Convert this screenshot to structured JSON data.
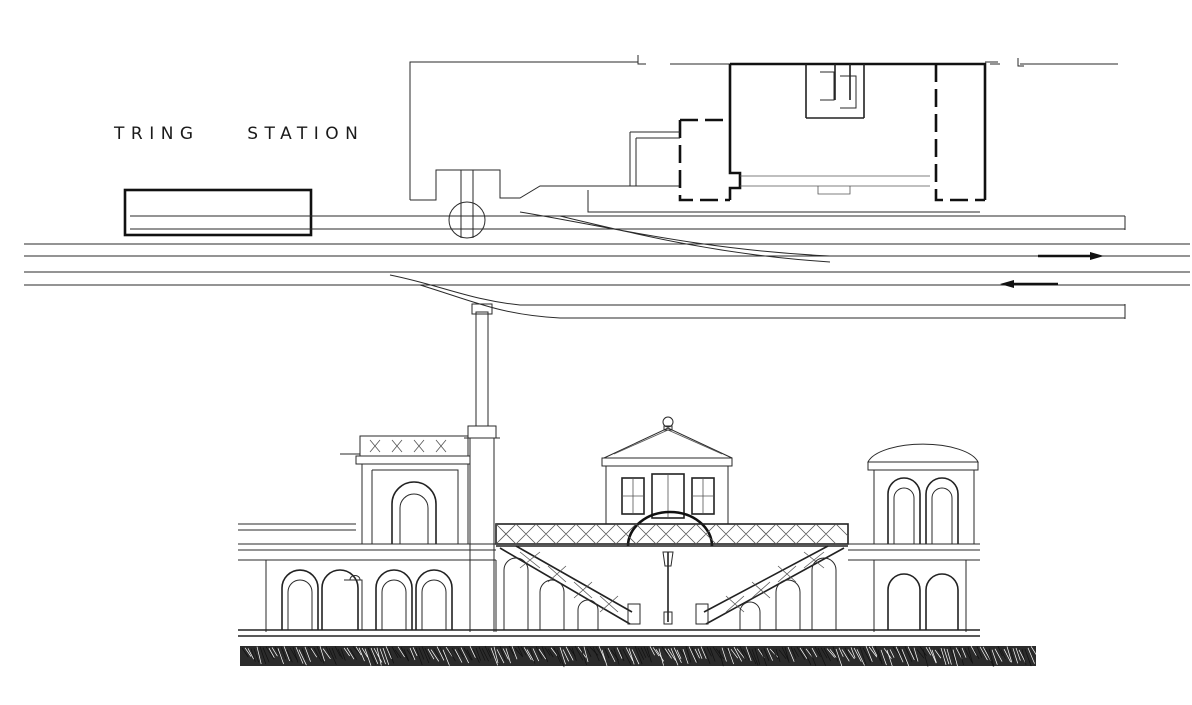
{
  "title": "TRING    STATION",
  "colors": {
    "ink": "#1a1a1a",
    "paper": "#ffffff"
  },
  "directions": {
    "upper_track": "east",
    "lower_track": "west"
  }
}
